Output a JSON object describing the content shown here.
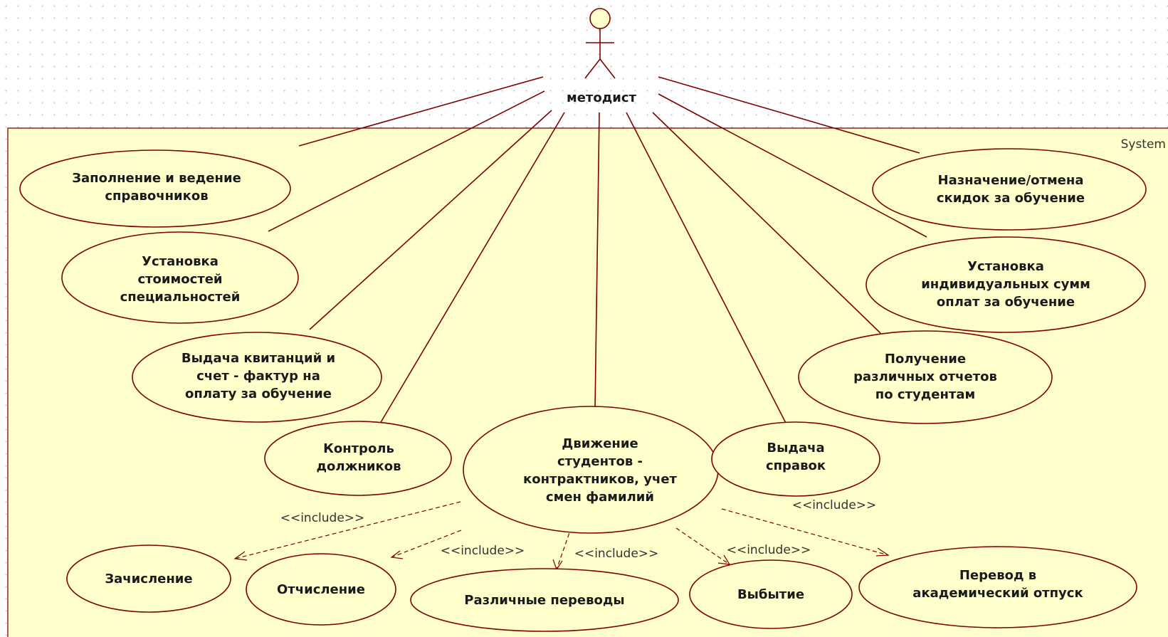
{
  "actor": {
    "name": "методист",
    "icon": "stick-figure-actor-icon"
  },
  "system": {
    "label": "System"
  },
  "colors": {
    "boundary_fill": "#ffffcc",
    "line": "#800000",
    "text": "#1a1a1a"
  },
  "use_cases": [
    {
      "id": "uc-handbooks",
      "lines": [
        "Заполнение и ведение",
        "справочников"
      ]
    },
    {
      "id": "uc-specialty-costs",
      "lines": [
        "Установка",
        "стоимостей",
        "специальностей"
      ]
    },
    {
      "id": "uc-receipts",
      "lines": [
        "Выдача квитанций и",
        "счет - фактур на",
        "оплату за обучение"
      ]
    },
    {
      "id": "uc-debtors",
      "lines": [
        "Контроль",
        "должников"
      ]
    },
    {
      "id": "uc-movement",
      "lines": [
        "Движение",
        "студентов -",
        "контрактников, учет",
        "смен фамилий"
      ]
    },
    {
      "id": "uc-certificates",
      "lines": [
        "Выдача",
        "справок"
      ]
    },
    {
      "id": "uc-reports",
      "lines": [
        "Получение",
        "различных отчетов",
        "по студентам"
      ]
    },
    {
      "id": "uc-individual-sums",
      "lines": [
        "Установка",
        "индивидуальных сумм",
        "оплат за обучение"
      ]
    },
    {
      "id": "uc-discounts",
      "lines": [
        "Назначение/отмена",
        "скидок за обучение"
      ]
    },
    {
      "id": "uc-enrollment",
      "lines": [
        "Зачисление"
      ]
    },
    {
      "id": "uc-expulsion",
      "lines": [
        "Отчисление"
      ]
    },
    {
      "id": "uc-transfers",
      "lines": [
        "Различные переводы"
      ]
    },
    {
      "id": "uc-dropout",
      "lines": [
        "Выбытие"
      ]
    },
    {
      "id": "uc-academic-leave",
      "lines": [
        "Перевод в",
        "академический отпуск"
      ]
    }
  ],
  "include_labels": [
    {
      "id": "inc-enrollment",
      "text": "<<include>>"
    },
    {
      "id": "inc-expulsion",
      "text": "<<include>>"
    },
    {
      "id": "inc-transfers",
      "text": "<<include>>"
    },
    {
      "id": "inc-dropout",
      "text": "<<include>>"
    },
    {
      "id": "inc-academic-leave",
      "text": "<<include>>"
    }
  ]
}
